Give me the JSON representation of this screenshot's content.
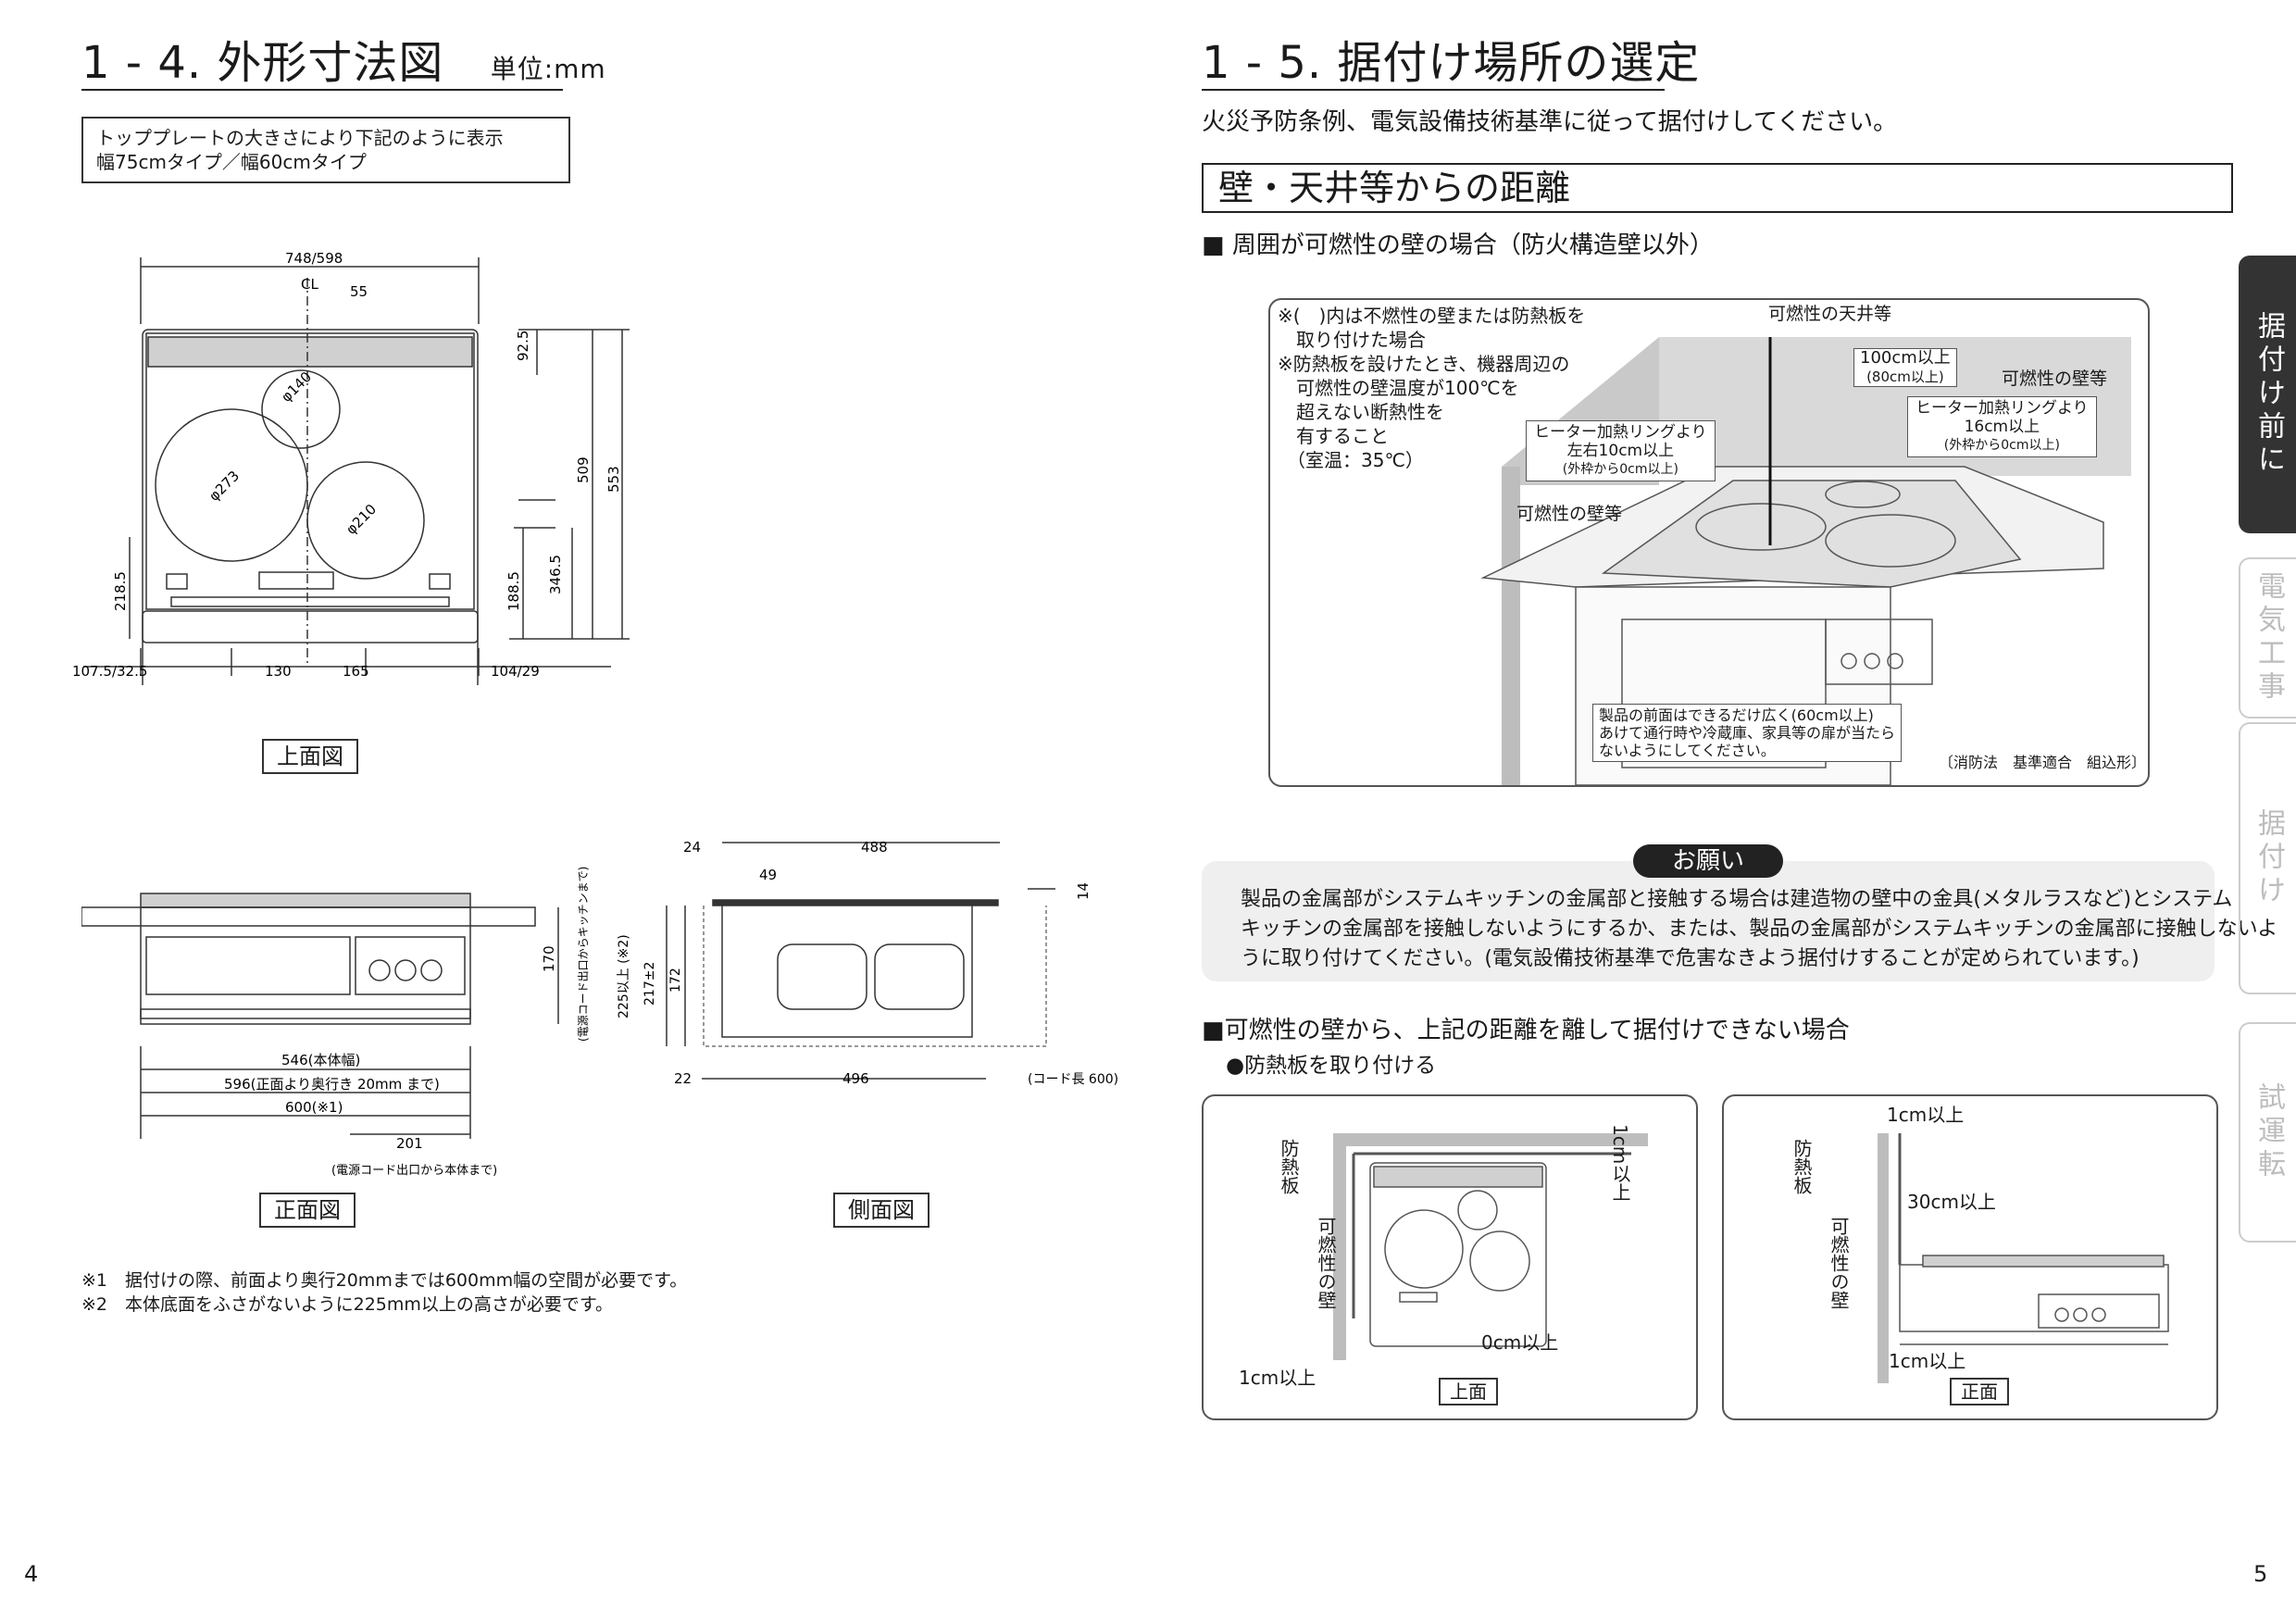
{
  "left": {
    "title": "1 - 4. 外形寸法図",
    "unit": "単位:mm",
    "note_lines": [
      "トッププレートの大きさにより下記のように表示",
      "幅75cmタイプ／幅60cmタイプ"
    ],
    "top_view": {
      "caption": "上面図",
      "dims": {
        "overall_width": "748/598",
        "cl": "CL",
        "d55": "55",
        "d92_5": "92.5",
        "d509": "509",
        "d553": "553",
        "d346_5": "346.5",
        "d188_5": "188.5",
        "d218_5": "218.5",
        "phi140": "φ140",
        "phi273": "φ273",
        "phi210": "φ210",
        "d107": "107.5/32.5",
        "d130": "130",
        "d165": "165",
        "d104": "104/29"
      }
    },
    "front_view": {
      "caption": "正面図",
      "dims": {
        "d546": "546(本体幅)",
        "d596": "596(正面より奥行き 20mm まで)",
        "d600": "600(※1)",
        "d201": "201",
        "cord_note": "(電源コード出口から本体まで)",
        "d170": "170",
        "cord_kitchen": "(電源コード出口からキッチンまで)"
      }
    },
    "side_view": {
      "caption": "側面図",
      "dims": {
        "d24": "24",
        "d488": "488",
        "d49": "49",
        "d14": "14",
        "d225": "225以上 (※2)",
        "d217": "217±2",
        "d172": "172",
        "d22": "22",
        "d496": "496",
        "cord_len": "(コード長 600)"
      }
    },
    "footnotes": [
      "※1　据付けの際、前面より奥行20mmまでは600mm幅の空間が必要です。",
      "※2　本体底面をふさがないように225mm以上の高さが必要です。"
    ],
    "page_number": "4"
  },
  "right": {
    "title": "1 - 5. 据付け場所の選定",
    "intro": "火災予防条例、電気設備技術基準に従って据付けしてください。",
    "section_header": "壁・天井等からの距離",
    "bullet1": "■ 周囲が可燃性の壁の場合（防火構造壁以外）",
    "figure": {
      "note_lines": [
        "※(　)内は不燃性の壁または防熱板を",
        "　取り付けた場合",
        "※防熱板を設けたとき、機器周辺の",
        "　可燃性の壁温度が100℃を",
        "　超えない断熱性を",
        "　有すること",
        "　（室温：35℃）"
      ],
      "ceiling": "可燃性の天井等",
      "d100": "100cm以上",
      "d80": "(80cm以上)",
      "wall_right": "可燃性の壁等",
      "ring_right_1": "ヒーター加熱リングより",
      "ring_right_2": "16cm以上",
      "ring_right_3": "(外枠から0cm以上)",
      "ring_left_1": "ヒーター加熱リングより",
      "ring_left_2": "左右10cm以上",
      "ring_left_3": "(外枠から0cm以上)",
      "wall_left": "可燃性の壁等",
      "front_note": [
        "製品の前面はできるだけ広く(60cm以上)",
        "あけて通行時や冷蔵庫、家具等の扉が当たら",
        "ないようにしてください。"
      ],
      "law": "〔消防法　基準適合　組込形〕"
    },
    "request": {
      "label": "お願い",
      "lines": [
        "製品の金属部がシステムキッチンの金属部と接触する場合は建造物の壁中の金具(メタルラスなど)とシステム",
        "キッチンの金属部を接触しないようにするか、または、製品の金属部がシステムキッチンの金属部に接触しないよ",
        "うに取り付けてください。(電気設備技術基準で危害なきよう据付けすることが定められています。)"
      ]
    },
    "bullet2": "■可燃性の壁から、上記の距離を離して据付けできない場合",
    "bullet3": "●防熱板を取り付ける",
    "diagram_top": {
      "heat_plate": "防熱板",
      "wall": "可燃性の壁",
      "d1cm_top": "1cm以上",
      "d0cm": "0cm以上",
      "d1cm_left": "1cm以上",
      "caption": "上面"
    },
    "diagram_front": {
      "heat_plate": "防熱板",
      "wall": "可燃性の壁",
      "d1cm_top": "1cm以上",
      "d30cm": "30cm以上",
      "d1cm_bottom": "1cm以上",
      "caption": "正面"
    },
    "page_number": "5"
  },
  "side_tabs": [
    {
      "label": "据付け前に",
      "active": true
    },
    {
      "label": "電気工事",
      "active": false
    },
    {
      "label": "据付け",
      "active": false
    },
    {
      "label": "試運転",
      "active": false
    }
  ]
}
